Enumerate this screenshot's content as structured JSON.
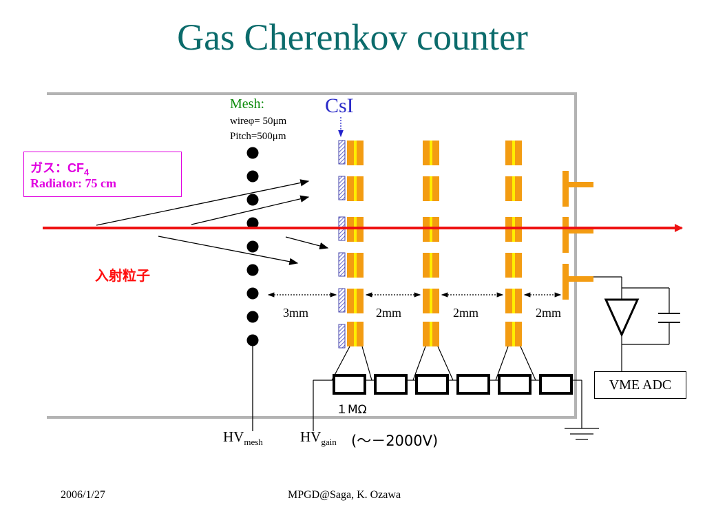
{
  "title": "Gas Cherenkov counter",
  "mesh": {
    "label": "Mesh:",
    "wire": "wireφ= 50μm",
    "pitch": "Pitch=500μm"
  },
  "csi_label": "CsI",
  "gas": {
    "line1": "ガス：CF",
    "line1_sub": "4",
    "line2": "Radiator: 75 cm"
  },
  "incident_label": "入射粒子",
  "gaps": [
    "3mm",
    "2mm",
    "2mm",
    "2mm"
  ],
  "resistor_label": "１MΩ",
  "hv_mesh": {
    "main": "HV",
    "sub": "mesh"
  },
  "hv_gain": {
    "main": "HV",
    "sub": "gain",
    "range": "(～－2000V)"
  },
  "vme_label": "VME ADC",
  "footer": {
    "date": "2006/1/27",
    "credit": "MPGD@Saga, K. Ozawa"
  },
  "colors": {
    "title": "#0b6b6b",
    "beam": "#ee1111",
    "gem_outer": "#f39c12",
    "gem_inner": "#ffee00",
    "csi": "#7777dd",
    "magenta": "#e000e0",
    "mesh_green": "#0a8a0a"
  }
}
